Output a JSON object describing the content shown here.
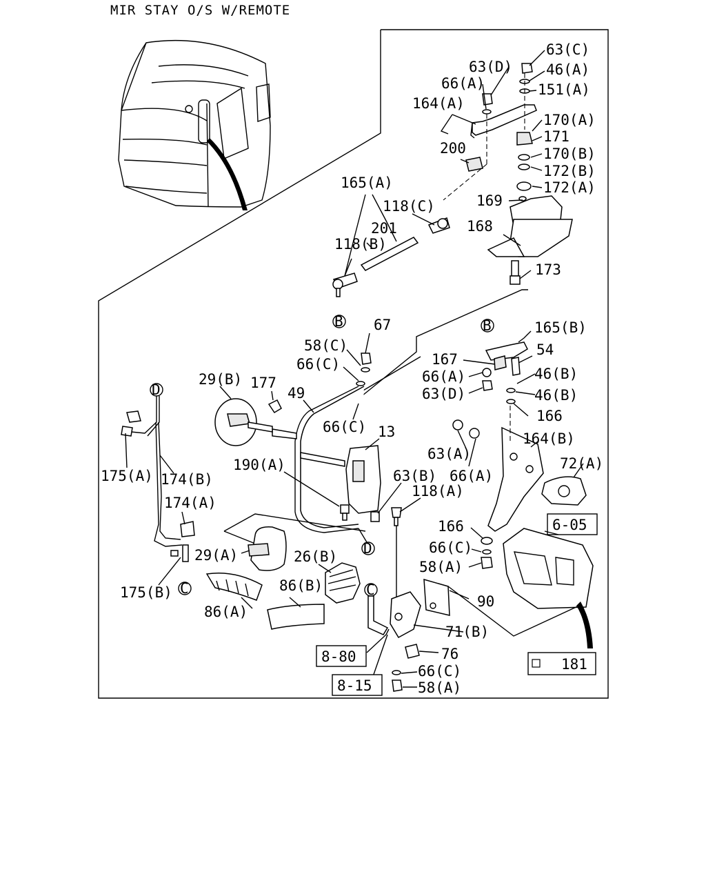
{
  "title": "MIR STAY O/S W/REMOTE",
  "callouts": {
    "c63C_top": "63(C)",
    "c63D_top": "63(D)",
    "c46A_top": "46(A)",
    "c66A_top": "66(A)",
    "c151A": "151(A)",
    "c164A": "164(A)",
    "c170A": "170(A)",
    "c171": "171",
    "c170B": "170(B)",
    "c200": "200",
    "c172B": "172(B)",
    "c172A": "172(A)",
    "c165A": "165(A)",
    "c118C": "118(C)",
    "c169": "169",
    "c201": "201",
    "c168": "168",
    "c118B": "118(B)",
    "c173": "173",
    "c165B": "165(B)",
    "c67": "67",
    "c54": "54",
    "c58C": "58(C)",
    "c167": "167",
    "c66C_a": "66(C)",
    "c66A_mid": "66(A)",
    "c46B_1": "46(B)",
    "c29B": "29(B)",
    "c177": "177",
    "c49": "49",
    "c63D_mid": "63(D)",
    "c46B_2": "46(B)",
    "c166_top": "166",
    "c66C_b": "66(C)",
    "c13": "13",
    "c164B": "164(B)",
    "c63A": "63(A)",
    "c72A": "72(A)",
    "c190A": "190(A)",
    "c63B": "63(B)",
    "c66A_low": "66(A)",
    "c175A": "175(A)",
    "c174B": "174(B)",
    "c118A": "118(A)",
    "c174A": "174(A)",
    "c166_low": "166",
    "c66C_low": "66(C)",
    "c29A": "29(A)",
    "c26B": "26(B)",
    "c58A_mid": "58(A)",
    "c175B": "175(B)",
    "c86B": "86(B)",
    "c90": "90",
    "c86A": "86(A)",
    "c71B": "71(B)",
    "c76": "76",
    "c66C_bot": "66(C)",
    "c58A_bot": "58(A)",
    "c181": "181"
  },
  "ref_boxes": {
    "r605": "6-05",
    "r880": "8-80",
    "r815": "8-15"
  },
  "connectors": {
    "B1": "B",
    "B2": "B",
    "D1": "D",
    "D2": "D",
    "C1": "C",
    "C2": "C"
  }
}
